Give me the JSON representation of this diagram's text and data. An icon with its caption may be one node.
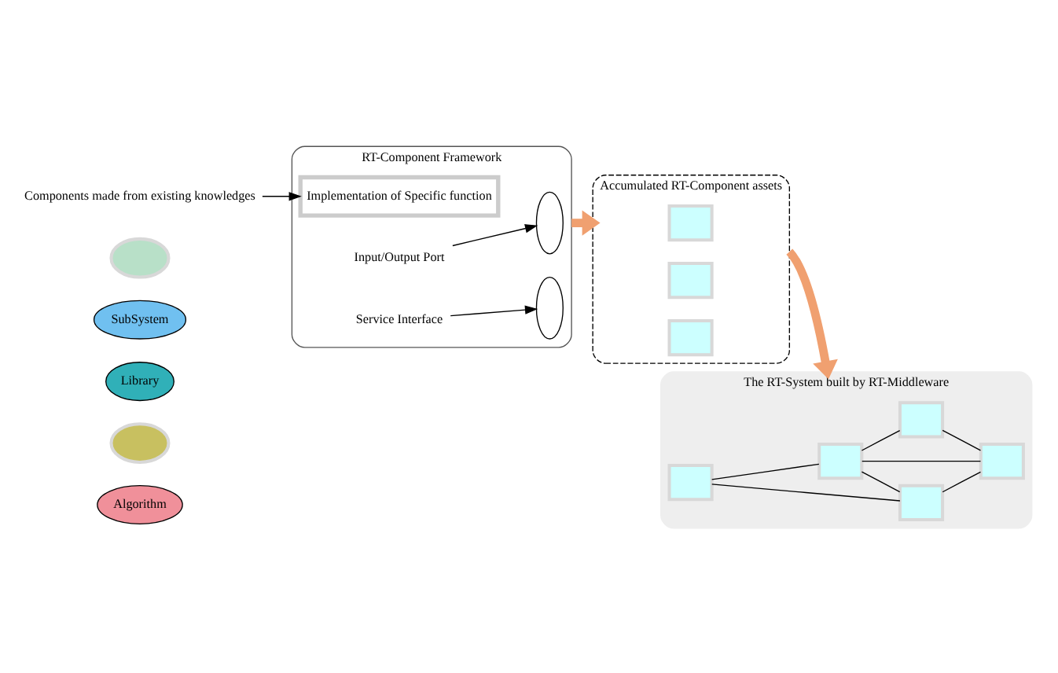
{
  "diagram": {
    "nodes": [
      {
        "text": [
          "Algorithm"
        ]
      },
      {
        "text": [],
        "shape": "ellipse"
      },
      {
        "text": [
          "Library"
        ]
      },
      {
        "text": [
          "SubSystem"
        ]
      },
      {
        "text": [],
        "shape": "ellipse"
      },
      {
        "text": [
          "Components made from existing knowledges"
        ]
      },
      {
        "text": [
          "RT-Component Framework"
        ]
      },
      {
        "text": [],
        "shape": "ellipse",
        "in": 6
      },
      {
        "text": [
          "Implementation of Specific function"
        ],
        "in": 6
      },
      {
        "text": [],
        "shape": "ellipse",
        "in": 6
      },
      {
        "text": [
          "Input/Output Port"
        ],
        "in": 6
      },
      {
        "text": [
          "Service Interface"
        ],
        "in": 6
      },
      {
        "text": [
          "Accumulated RT-Component assets"
        ]
      },
      {
        "text": [],
        "shape": "box",
        "in": 12
      },
      {
        "text": [],
        "shape": "box",
        "in": 12
      },
      {
        "text": [],
        "shape": "box",
        "in": 12
      },
      {
        "text": [
          "The RT-System built by RT-Middleware"
        ]
      },
      {
        "text": [],
        "shape": "box",
        "in": 16
      },
      {
        "text": [],
        "shape": "box",
        "in": 16
      },
      {
        "text": [],
        "shape": "box",
        "in": 16
      },
      {
        "text": [],
        "shape": "box",
        "in": 16
      },
      {
        "text": [],
        "shape": "box",
        "in": 16
      }
    ],
    "edges": [
      {
        "from": 5,
        "to": 8,
        "arrow": "to"
      },
      {
        "from": 10,
        "to": 7,
        "arrow": "to"
      },
      {
        "from": 11,
        "to": 9,
        "arrow": "to"
      },
      {
        "from": 6,
        "to": 12,
        "arrow": "to",
        "style": "thick",
        "color": "#f0a070"
      },
      {
        "from": 12,
        "to": 16,
        "arrow": "to",
        "style": "thick",
        "color": "#f0a070"
      },
      {
        "from": 17,
        "to": 19,
        "arrow": "none"
      },
      {
        "from": 17,
        "to": 20,
        "arrow": "none"
      },
      {
        "from": 18,
        "to": 17,
        "arrow": "none"
      },
      {
        "from": 18,
        "to": 20,
        "arrow": "none"
      },
      {
        "from": 19,
        "to": 21,
        "arrow": "none"
      },
      {
        "from": 20,
        "to": 21,
        "arrow": "none"
      },
      {
        "from": 21,
        "to": 17,
        "arrow": "none"
      }
    ]
  }
}
